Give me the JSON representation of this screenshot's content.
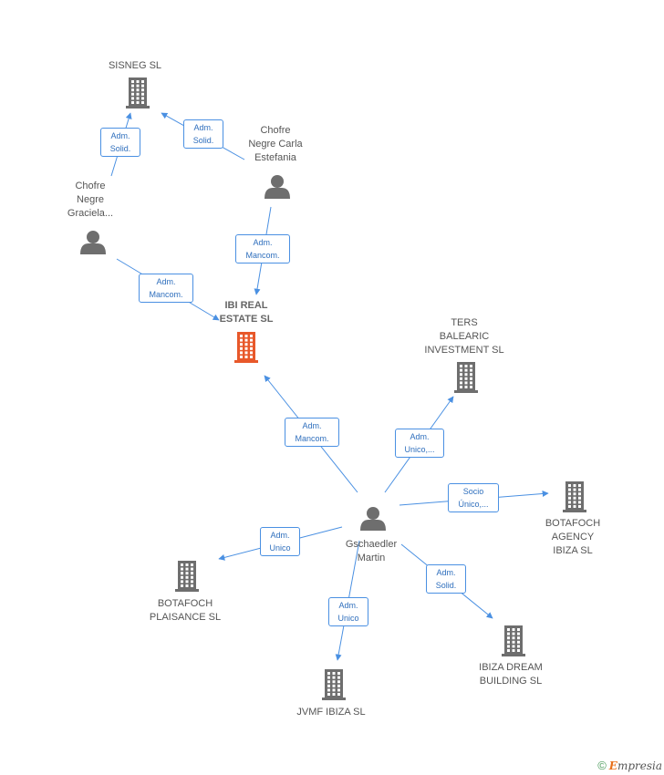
{
  "nodes": {
    "sisneg": {
      "label": [
        "SISNEG  SL"
      ],
      "type": "company"
    },
    "chofre_carla": {
      "label": [
        "Chofre",
        "Negre Carla",
        "Estefania"
      ],
      "type": "person"
    },
    "chofre_graciela": {
      "label": [
        "Chofre",
        "Negre",
        "Graciela..."
      ],
      "type": "person"
    },
    "ibi_real": {
      "label": [
        "IBI REAL",
        "ESTATE SL"
      ],
      "type": "company-main"
    },
    "ters": {
      "label": [
        "TERS",
        "BALEARIC",
        "INVESTMENT  SL"
      ],
      "type": "company"
    },
    "gschaedler": {
      "label": [
        "Gschaedler",
        "Martin"
      ],
      "type": "person"
    },
    "botafoch_agency": {
      "label": [
        "BOTAFOCH",
        "AGENCY",
        "IBIZA SL"
      ],
      "type": "company"
    },
    "botafoch_plaisance": {
      "label": [
        "BOTAFOCH",
        "PLAISANCE SL"
      ],
      "type": "company"
    },
    "jvmf": {
      "label": [
        "JVMF IBIZA SL"
      ],
      "type": "company"
    },
    "ibiza_dream": {
      "label": [
        "IBIZA DREAM",
        "BUILDING  SL"
      ],
      "type": "company"
    }
  },
  "edges": [
    {
      "label": [
        "Adm.",
        "Solid."
      ],
      "from": "chofre_graciela",
      "to": "sisneg"
    },
    {
      "label": [
        "Adm.",
        "Solid."
      ],
      "from": "chofre_carla",
      "to": "sisneg"
    },
    {
      "label": [
        "Adm.",
        "Mancom."
      ],
      "from": "chofre_carla",
      "to": "ibi_real"
    },
    {
      "label": [
        "Adm.",
        "Mancom."
      ],
      "from": "chofre_graciela",
      "to": "ibi_real"
    },
    {
      "label": [
        "Adm.",
        "Mancom."
      ],
      "from": "gschaedler",
      "to": "ibi_real"
    },
    {
      "label": [
        "Adm.",
        "Unico,..."
      ],
      "from": "gschaedler",
      "to": "ters"
    },
    {
      "label": [
        "Socio",
        "Único,..."
      ],
      "from": "gschaedler",
      "to": "botafoch_agency"
    },
    {
      "label": [
        "Adm.",
        "Unico"
      ],
      "from": "gschaedler",
      "to": "botafoch_plaisance"
    },
    {
      "label": [
        "Adm.",
        "Unico"
      ],
      "from": "gschaedler",
      "to": "jvmf"
    },
    {
      "label": [
        "Adm.",
        "Solid."
      ],
      "from": "gschaedler",
      "to": "ibiza_dream"
    }
  ],
  "colors": {
    "company": "#6e6e6e",
    "main": "#e8582a",
    "person": "#6e6e6e",
    "edge": "#4a90e2"
  },
  "footer": {
    "copyright": "©",
    "brand_initial": "E",
    "brand_rest": "mpresia"
  }
}
